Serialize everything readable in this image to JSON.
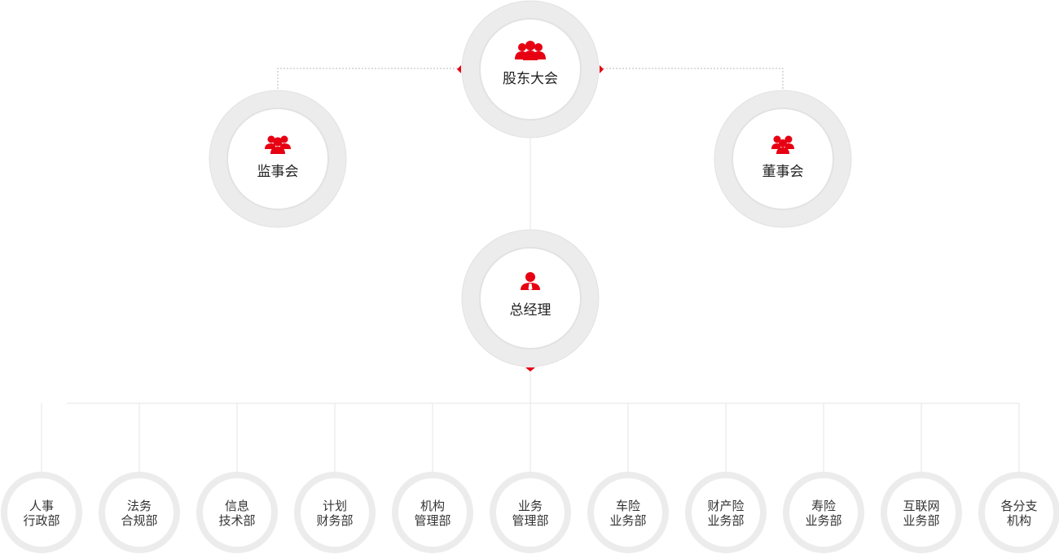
{
  "colors": {
    "accent": "#e60012",
    "ring": "#ececec",
    "ring_edge": "#e2e2e2",
    "line": "#e4e4e4",
    "dotted": "#bbbbbb"
  },
  "nodes": {
    "shareholders": {
      "label": "股东大会",
      "icon": "group-icon"
    },
    "supervisory": {
      "label": "监事会",
      "icon": "group-icon"
    },
    "board": {
      "label": "董事会",
      "icon": "group-icon"
    },
    "general_manager": {
      "label": "总经理",
      "icon": "manager-icon"
    }
  },
  "departments": [
    {
      "line1": "人事",
      "line2": "行政部"
    },
    {
      "line1": "法务",
      "line2": "合规部"
    },
    {
      "line1": "信息",
      "line2": "技术部"
    },
    {
      "line1": "计划",
      "line2": "财务部"
    },
    {
      "line1": "机构",
      "line2": "管理部"
    },
    {
      "line1": "业务",
      "line2": "管理部"
    },
    {
      "line1": "车险",
      "line2": "业务部"
    },
    {
      "line1": "财产险",
      "line2": "业务部"
    },
    {
      "line1": "寿险",
      "line2": "业务部"
    },
    {
      "line1": "互联网",
      "line2": "业务部"
    },
    {
      "line1": "各分支",
      "line2": "机构"
    }
  ]
}
